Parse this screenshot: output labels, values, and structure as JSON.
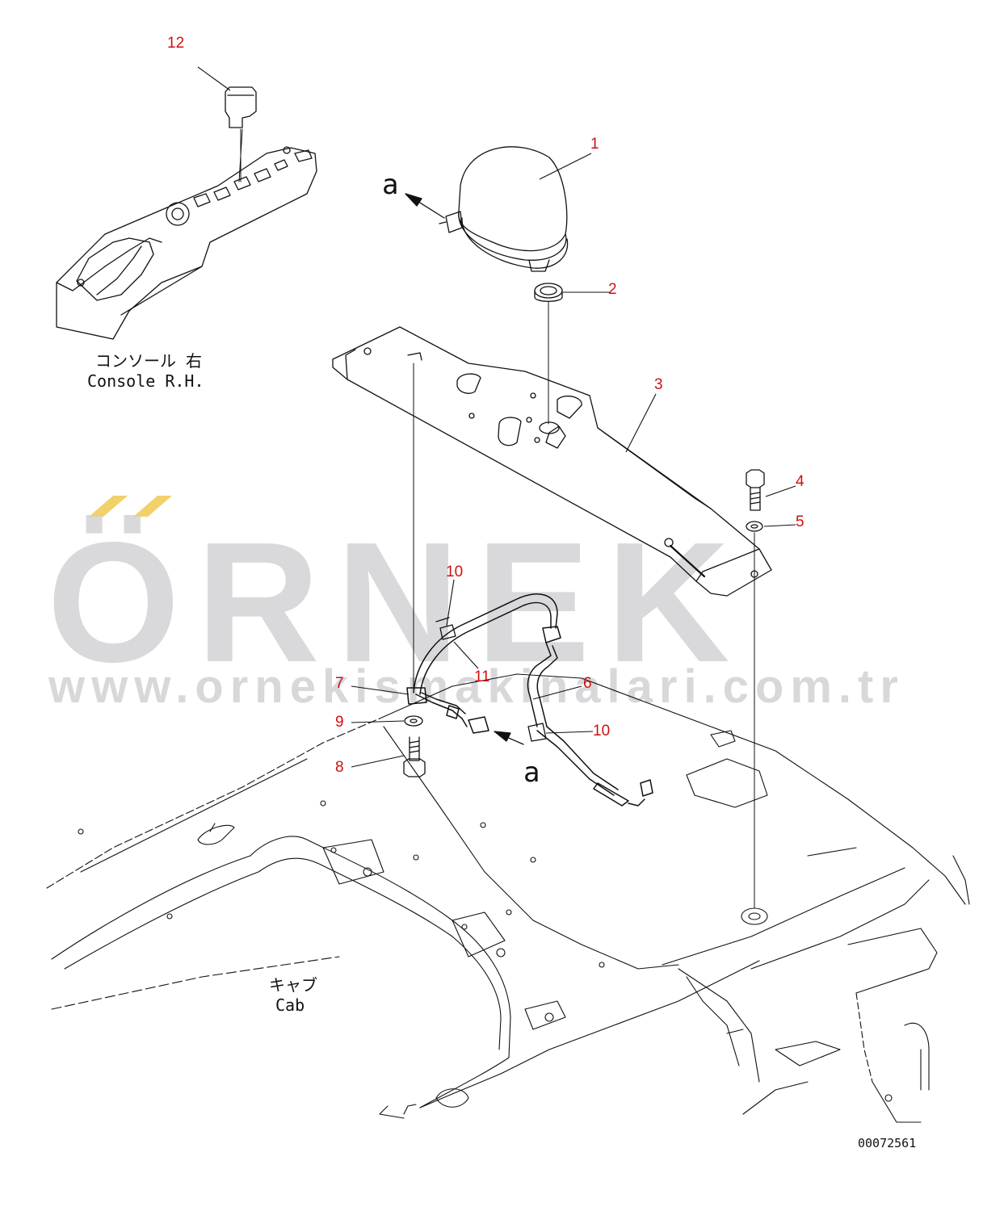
{
  "watermark": {
    "brand": "ÖRNEK",
    "url": "www.ornekismakinalari.com.tr"
  },
  "labels": {
    "console_jp": "コンソール 右",
    "console_en": "Console R.H.",
    "cab_jp": "キャブ",
    "cab_en": "Cab",
    "view_a_top": "a",
    "view_a_bottom": "a",
    "drawing_number": "00072561"
  },
  "callouts": [
    {
      "id": "c12",
      "text": "12"
    },
    {
      "id": "c1",
      "text": "1"
    },
    {
      "id": "c2",
      "text": "2"
    },
    {
      "id": "c3",
      "text": "3"
    },
    {
      "id": "c4",
      "text": "4"
    },
    {
      "id": "c5",
      "text": "5"
    },
    {
      "id": "c10a",
      "text": "10"
    },
    {
      "id": "c11",
      "text": "11"
    },
    {
      "id": "c7",
      "text": "7"
    },
    {
      "id": "c6",
      "text": "6"
    },
    {
      "id": "c9",
      "text": "9"
    },
    {
      "id": "c10b",
      "text": "10"
    },
    {
      "id": "c8",
      "text": "8"
    }
  ],
  "colors": {
    "callout": "#d01010",
    "watermark_gray": "#cfcfd3",
    "watermark_accent": "#f2d06a",
    "line": "#111111"
  }
}
